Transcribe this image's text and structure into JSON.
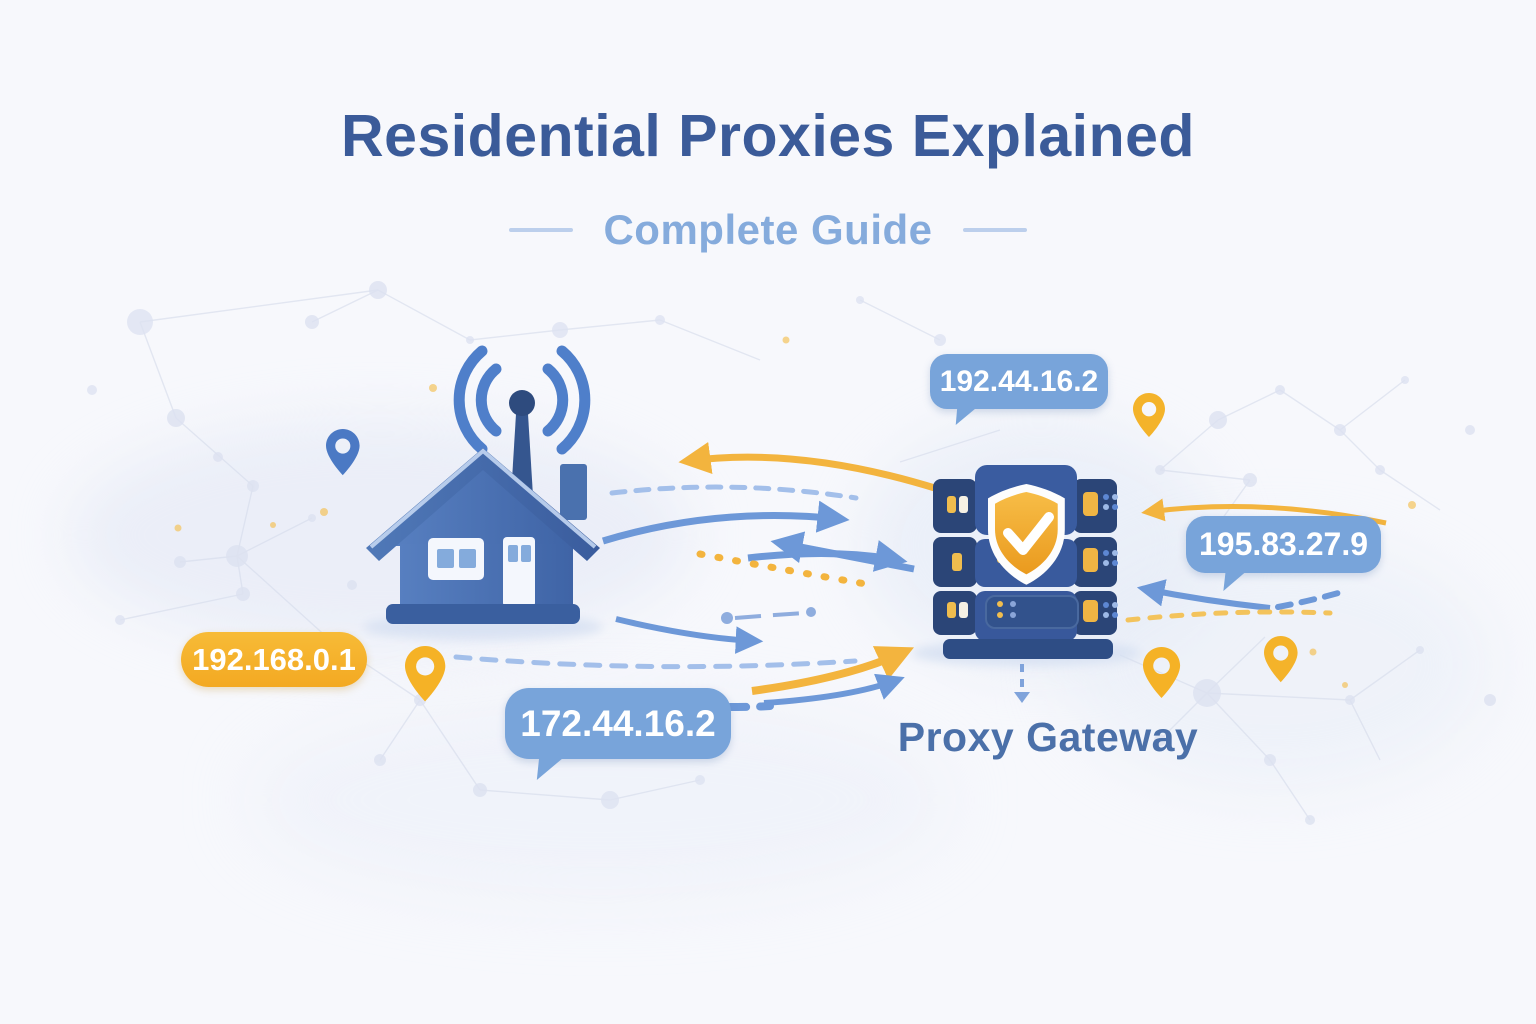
{
  "header": {
    "title": "Residential Proxies Explained",
    "subtitle": "Complete Guide"
  },
  "home_network": {
    "local_ip": "192.168.0.1",
    "public_ip": "172.44.16.2"
  },
  "proxy_server": {
    "gateway_label": "Proxy Gateway",
    "assigned_ip": "192.44.16.2",
    "exit_ip": "195.83.27.9"
  },
  "icons": {
    "house": "house-with-wifi-antenna",
    "wifi": "wifi-broadcast-arcs",
    "server": "three-tier-server-rack",
    "shield": "shield-with-checkmark",
    "location_pins": "map-pin-teardrops",
    "flow_arrows": "curved-request-response-arrows",
    "background": "network-node-mesh"
  },
  "colors": {
    "background": "#f7f8fc",
    "title_text": "#3b5b99",
    "subtitle_text": "#85abdc",
    "bubble_blue": "#78a4da",
    "pill_yellow": "#f5b22c",
    "arrow_blue": "#6d98d8",
    "arrow_blue_light": "#a3bfea",
    "arrow_yellow": "#f3b43e",
    "house_blue": "#4a72b0",
    "server_navy": "#2f4d85",
    "shield_orange": "#f0a72e",
    "pin_blue": "#4b79c4",
    "pin_yellow": "#f4b32a",
    "gateway_text": "#4b70a9"
  }
}
